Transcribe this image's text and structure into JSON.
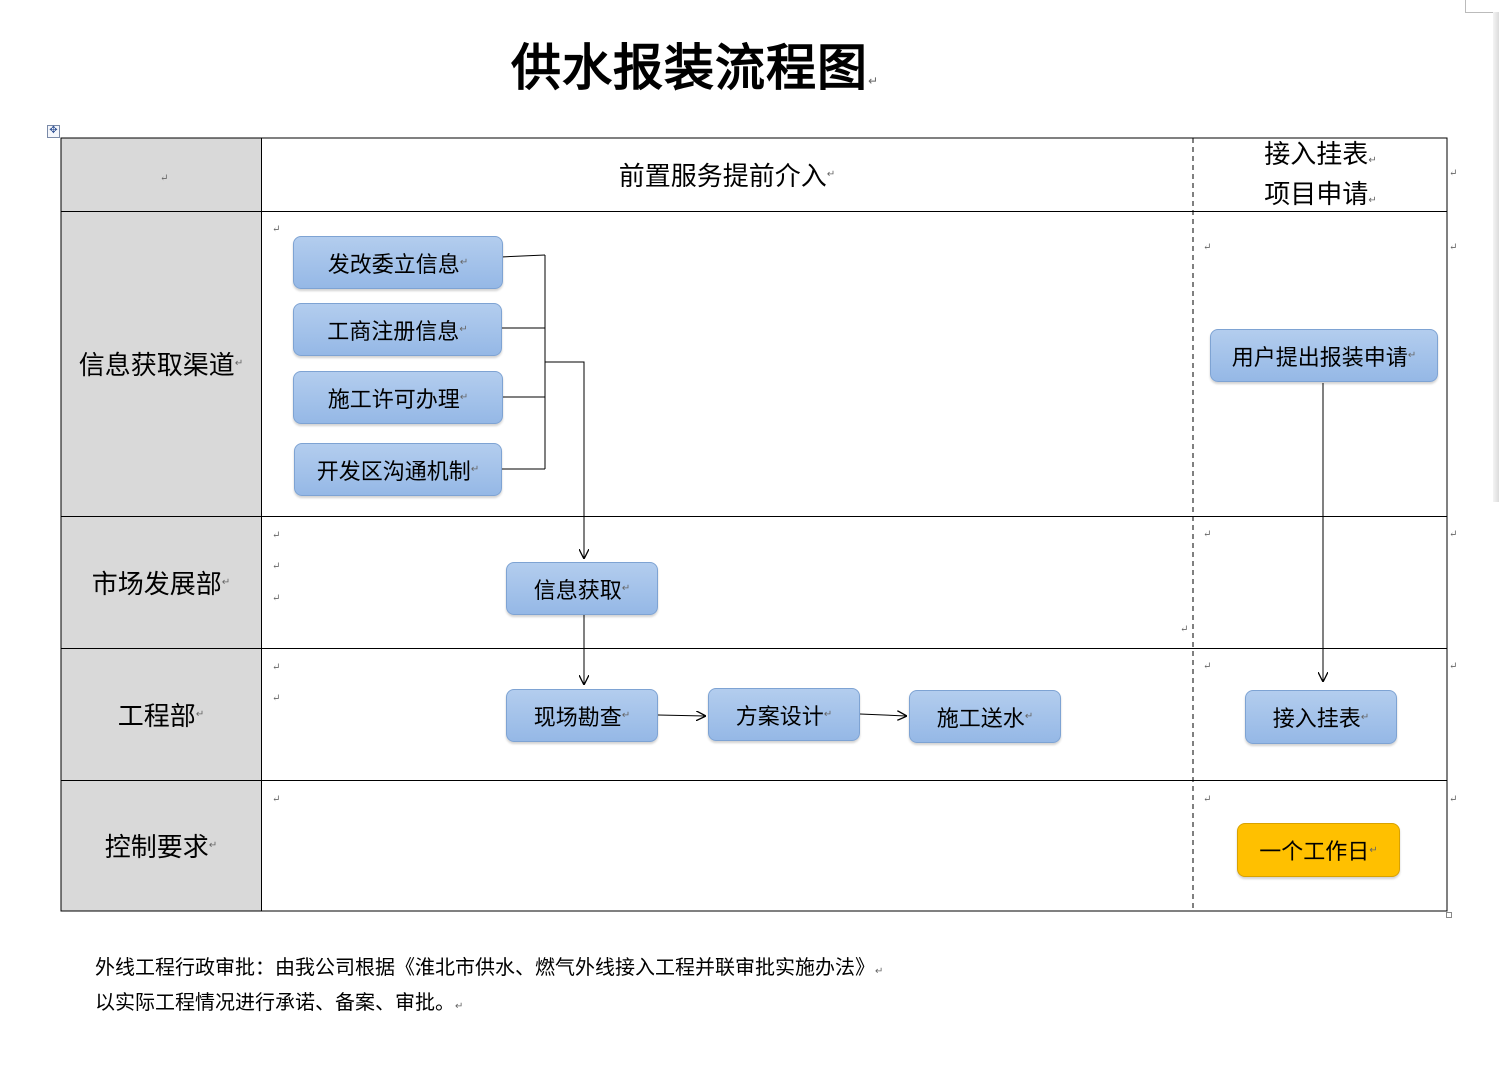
{
  "title": "供水报装流程图",
  "colors": {
    "label_bg": "#d9d9d9",
    "box_fill": "#a5c3eb",
    "box_border": "#7ea3d3",
    "highlight_box": "#ffc000",
    "line": "#000000"
  },
  "icons": {
    "paragraph_mark": "↵",
    "table_anchor": "move-anchor-icon"
  },
  "header": {
    "phase_pre": "前置服务提前介入",
    "phase_install_line1": "接入挂表",
    "phase_install_line2": "项目申请"
  },
  "rows": {
    "info": "信息获取渠道",
    "market": "市场发展部",
    "engineering": "工程部",
    "control": "控制要求"
  },
  "boxes": {
    "fgw": "发改委立信息",
    "gsh": "工商注册信息",
    "sgxk": "施工许可办理",
    "kfq": "开发区沟通机制",
    "xxhq": "信息获取",
    "xckc": "现场勘查",
    "fasj": "方案设计",
    "sgss": "施工送水",
    "yhtc": "用户提出报装申请",
    "jrgb": "接入挂表",
    "time_limit": "一个工作日"
  },
  "note": {
    "line1": "外线工程行政审批：由我公司根据《淮北市供水、燃气外线接入工程并联审批实施办法》",
    "line2": "以实际工程情况进行承诺、备案、审批。"
  }
}
